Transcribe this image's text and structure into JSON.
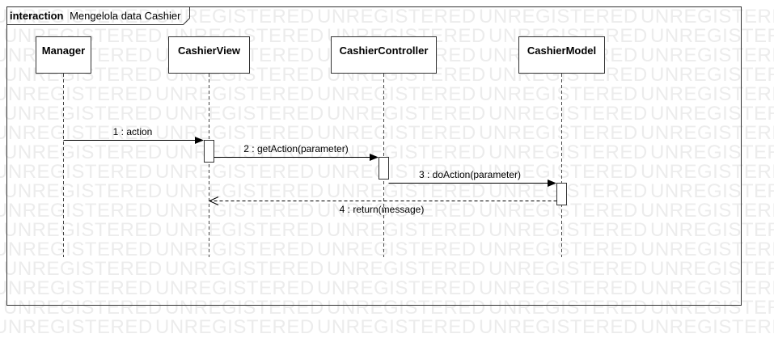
{
  "frame": {
    "keyword": "interaction",
    "name": "Mengelola data Cashier"
  },
  "watermark": "UNREGISTERED",
  "lifelines": [
    {
      "id": "manager",
      "label": "Manager"
    },
    {
      "id": "cashierview",
      "label": "CashierView"
    },
    {
      "id": "cashiercontroller",
      "label": "CashierController"
    },
    {
      "id": "cashiermodel",
      "label": "CashierModel"
    }
  ],
  "messages": [
    {
      "id": "msg1",
      "label": "1 : action",
      "from": "manager",
      "to": "cashierview",
      "kind": "sync"
    },
    {
      "id": "msg2",
      "label": "2 : getAction(parameter)",
      "from": "cashierview",
      "to": "cashiercontroller",
      "kind": "sync"
    },
    {
      "id": "msg3",
      "label": "3 : doAction(parameter)",
      "from": "cashiercontroller",
      "to": "cashiermodel",
      "kind": "sync"
    },
    {
      "id": "msg4",
      "label": "4 : return(message)",
      "from": "cashiermodel",
      "to": "cashierview",
      "kind": "return"
    }
  ],
  "colors": {
    "stroke": "#333333",
    "watermark": "#ececec"
  }
}
